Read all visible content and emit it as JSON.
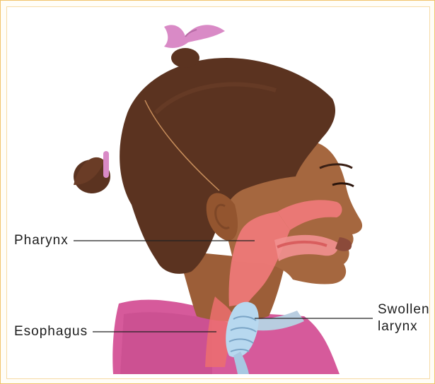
{
  "labels": {
    "pharynx": "Pharynx",
    "esophagus": "Esophagus",
    "swollen_larynx_line1": "Swollen",
    "swollen_larynx_line2": "larynx"
  },
  "colors": {
    "frame_border": "#f2c46b",
    "skin": "#a5673f",
    "hair": "#5b3320",
    "airway": "#f07a7a",
    "larynx": "#b7d8ef",
    "shirt": "#d65a9b",
    "hair_tie": "#d98ac6"
  }
}
